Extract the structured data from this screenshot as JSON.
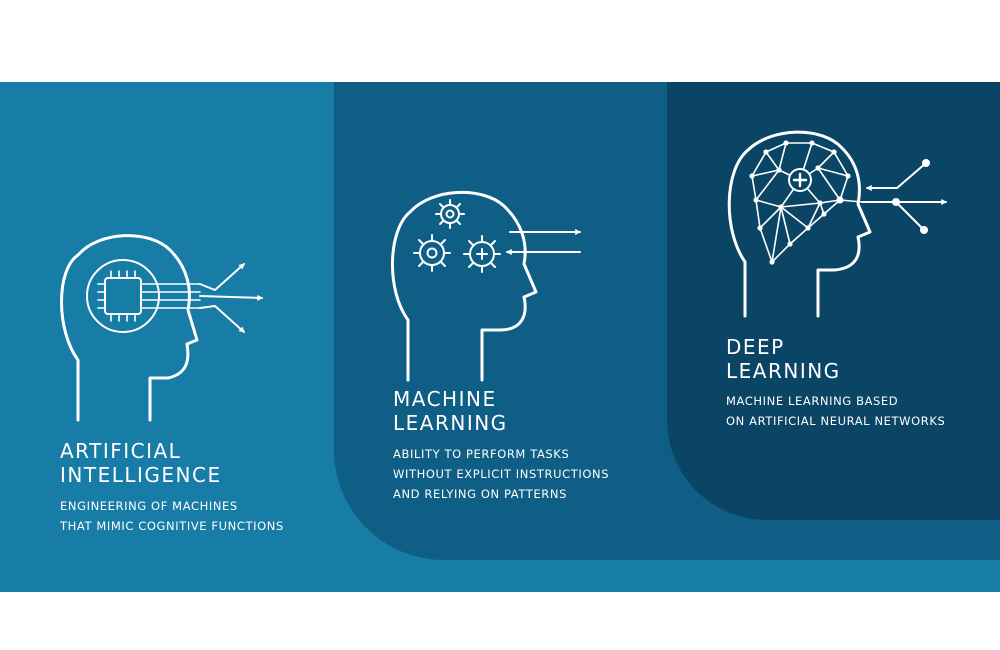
{
  "colors": {
    "background": "#ffffff",
    "ai_panel": "#177ca6",
    "ml_panel": "#0e5e85",
    "dl_panel": "#0a4566",
    "line": "#ffffff"
  },
  "sections": [
    {
      "id": "ai",
      "icon": "head-with-chip-icon",
      "title_lines": [
        "ARTIFICIAL",
        "INTELLIGENCE"
      ],
      "description_lines": [
        "ENGINEERING OF MACHINES",
        "THAT MIMIC COGNITIVE FUNCTIONS"
      ]
    },
    {
      "id": "ml",
      "icon": "head-with-gears-icon",
      "title_lines": [
        "MACHINE",
        "LEARNING"
      ],
      "description_lines": [
        "ABILITY TO PERFORM TASKS",
        "WITHOUT EXPLICIT INSTRUCTIONS",
        "AND RELYING ON PATTERNS"
      ]
    },
    {
      "id": "dl",
      "icon": "head-with-neural-network-icon",
      "title_lines": [
        "DEEP",
        "LEARNING"
      ],
      "description_lines": [
        "MACHINE LEARNING BASED",
        "ON ARTIFICIAL NEURAL NETWORKS"
      ]
    }
  ]
}
